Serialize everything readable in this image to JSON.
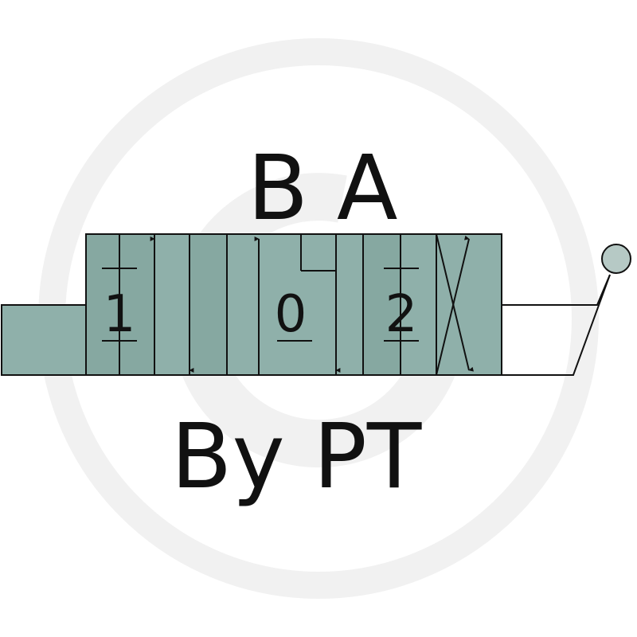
{
  "labels": {
    "top_ports": "B A",
    "bottom_ports": "By PT",
    "position_1": "1",
    "position_0": "0",
    "position_2": "2"
  },
  "colors": {
    "valve_fill": "#8fb0aa",
    "valve_fill_dark": "#80a39c",
    "stroke": "#111111",
    "watermark": "#f1f1f1",
    "lever_knob": "#b6c9c5"
  },
  "icons": {
    "watermark": "watermark-logo-icon",
    "lever": "hand-lever-icon"
  }
}
